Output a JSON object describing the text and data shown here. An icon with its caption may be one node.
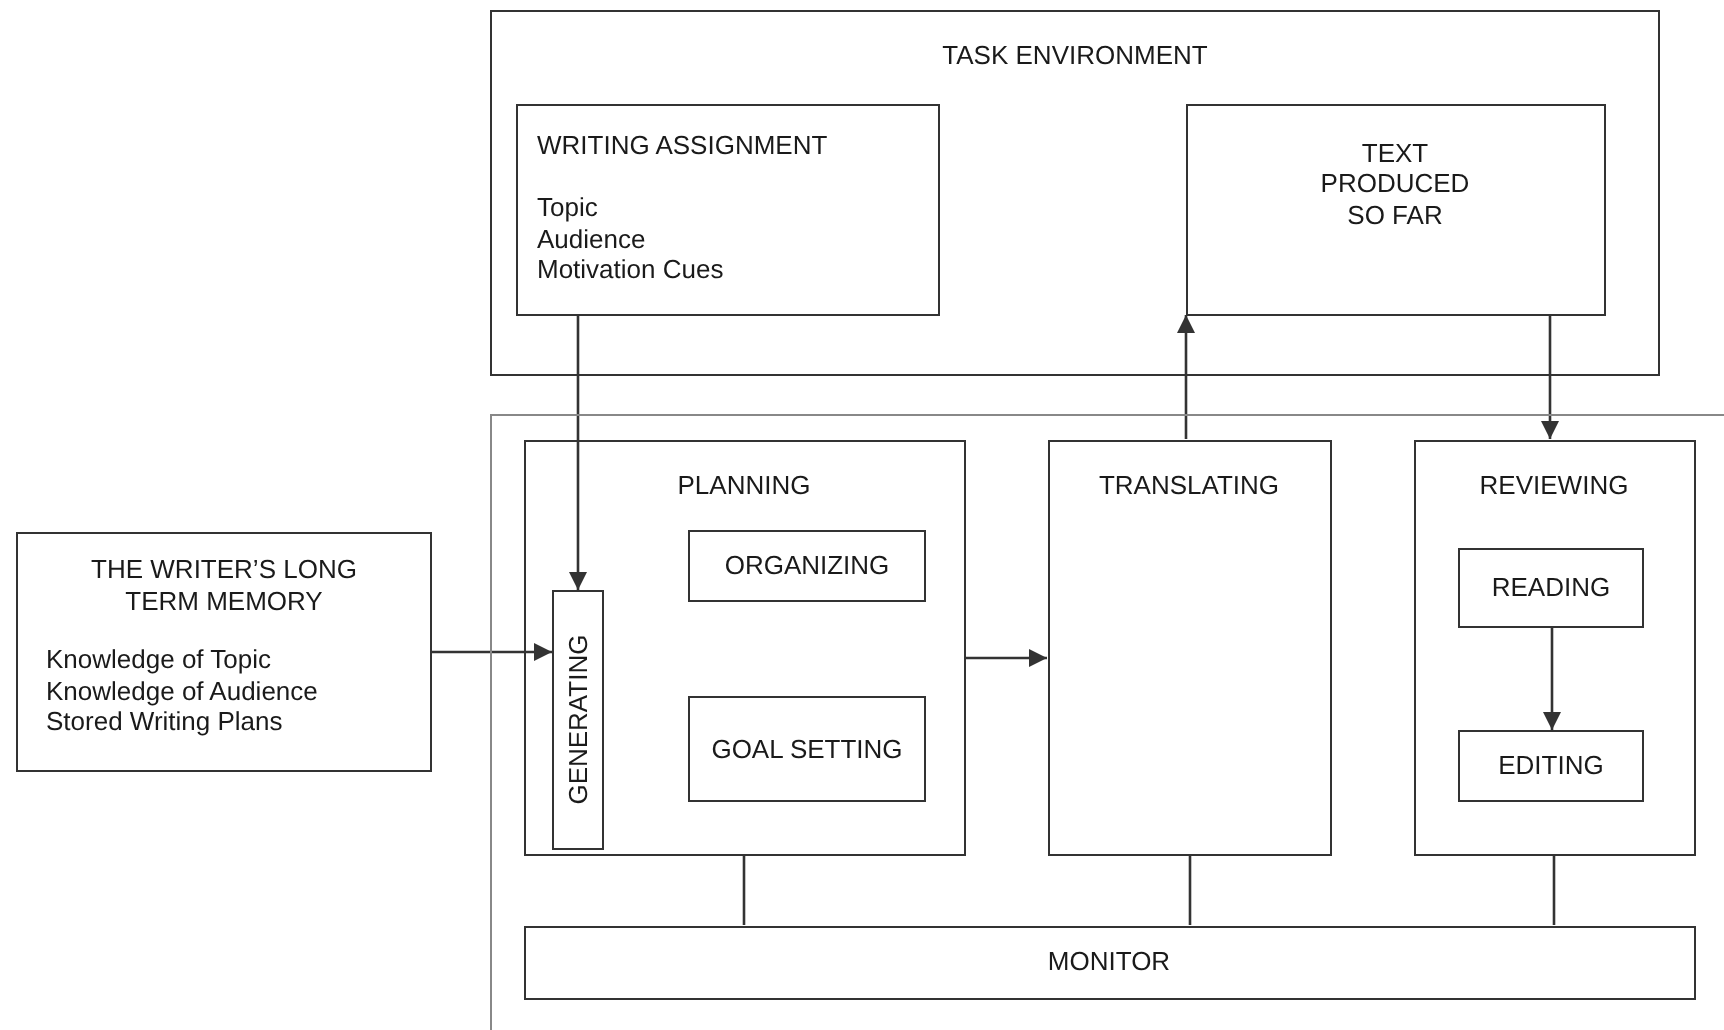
{
  "diagram": {
    "nodes": [
      {
        "text": [
          "TASK ENVIRONMENT"
        ]
      },
      {
        "text": [
          "WRITING ASSIGNMENT",
          "Topic",
          "Audience",
          "Motivation Cues"
        ],
        "in": 0
      },
      {
        "text": [
          "TEXT PRODUCED SO FAR"
        ],
        "in": 0
      },
      {
        "text": [
          "THE WRITER’S LONG TERM MEMORY",
          "Knowledge of Topic",
          "Knowledge of Audience",
          "Stored Writing Plans"
        ]
      },
      {
        "text": [],
        "shape": "box"
      },
      {
        "text": [
          "PLANNING"
        ],
        "in": 4
      },
      {
        "text": [
          "GENERATING"
        ],
        "in": 5
      },
      {
        "text": [
          "ORGANIZING"
        ],
        "in": 5
      },
      {
        "text": [
          "GOAL SETTING"
        ],
        "in": 5
      },
      {
        "text": [
          "TRANSLATING"
        ],
        "in": 4
      },
      {
        "text": [
          "REVIEWING"
        ],
        "in": 4
      },
      {
        "text": [
          "READING"
        ],
        "in": 10
      },
      {
        "text": [
          "EDITING"
        ],
        "in": 10
      },
      {
        "text": [
          "MONITOR"
        ],
        "in": 4
      }
    ],
    "edges": [
      {
        "from": 1,
        "to": 6,
        "arrow": "to"
      },
      {
        "from": 3,
        "to": 6,
        "arrow": "to"
      },
      {
        "from": 5,
        "to": 9,
        "arrow": "to"
      },
      {
        "from": 9,
        "to": 2,
        "arrow": "to"
      },
      {
        "from": 2,
        "to": 10,
        "arrow": "to"
      },
      {
        "from": 11,
        "to": 12,
        "arrow": "to"
      },
      {
        "from": 5,
        "to": 13,
        "arrow": "none"
      },
      {
        "from": 9,
        "to": 13,
        "arrow": "none"
      },
      {
        "from": 10,
        "to": 13,
        "arrow": "none"
      }
    ]
  }
}
